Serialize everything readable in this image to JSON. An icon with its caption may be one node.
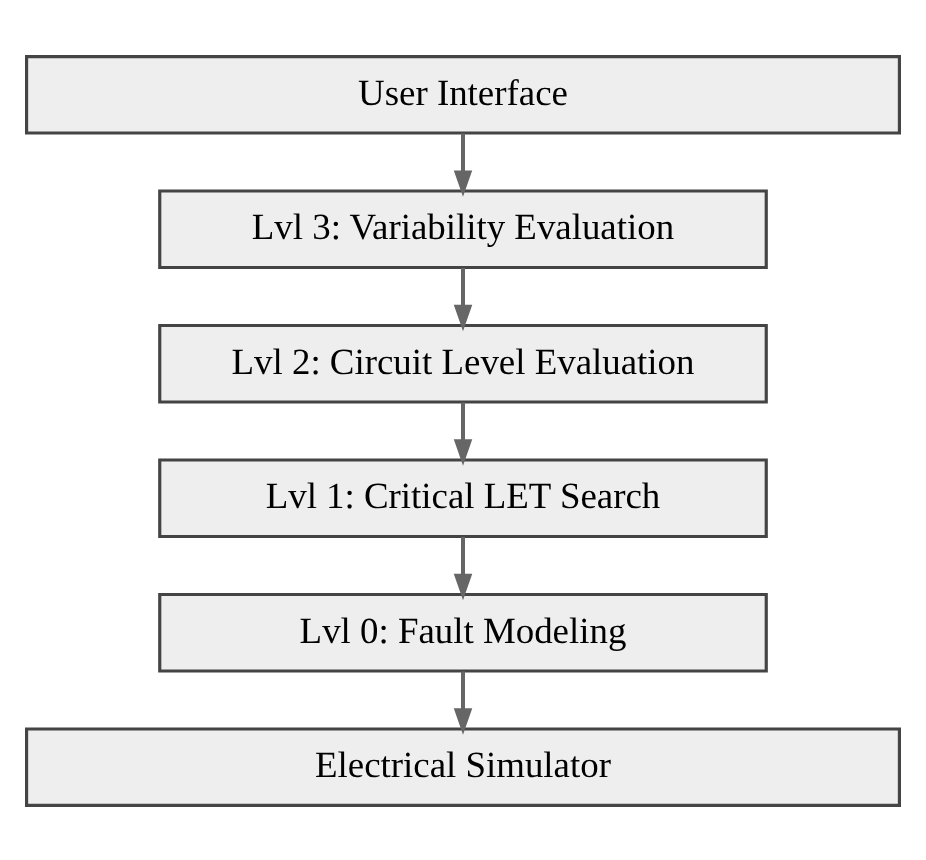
{
  "diagram": {
    "nodes": [
      {
        "text": [
          "User Interface"
        ]
      },
      {
        "text": [
          "Lvl 3: Variability Evaluation"
        ]
      },
      {
        "text": [
          "Lvl 2: Circuit Level Evaluation"
        ]
      },
      {
        "text": [
          "Lvl 1: Critical LET Search"
        ]
      },
      {
        "text": [
          "Lvl 0: Fault Modeling"
        ]
      },
      {
        "text": [
          "Electrical Simulator"
        ]
      }
    ],
    "edges": [
      {
        "from": 0,
        "to": 1,
        "arrow": "to"
      },
      {
        "from": 1,
        "to": 2,
        "arrow": "to"
      },
      {
        "from": 2,
        "to": 3,
        "arrow": "to"
      },
      {
        "from": 3,
        "to": 4,
        "arrow": "to"
      },
      {
        "from": 4,
        "to": 5,
        "arrow": "to"
      }
    ]
  }
}
